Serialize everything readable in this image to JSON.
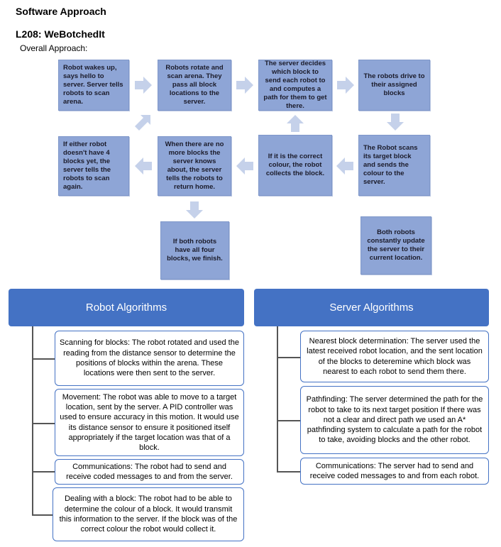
{
  "title": "Software Approach",
  "project": "L208: WeBotchedIt",
  "overall_label": "Overall Approach:",
  "flow": {
    "step1": "Robot wakes up, says hello to server. Server tells robots to scan arena.",
    "step2": "Robots rotate and scan arena. They pass all block locations to the server.",
    "step3": "The server decides which block to send each robot to and computes a path for them to get there.",
    "step4": "The robots drive to their assigned blocks",
    "step5": "The Robot scans its target block and sends the colour to the server.",
    "step6": "If it is the correct colour, the robot collects the block.",
    "step7": "When there are no more blocks the server knows about, the server tells the robots to return home.",
    "step8": "If either robot doesn't have 4 blocks yet, the server tells the robots to scan again.",
    "step9": "If both robots have all four blocks, we finish.",
    "note": "Both robots constantly update the server to their current location."
  },
  "robot": {
    "header": "Robot Algorithms",
    "items": [
      "Scanning for blocks: The robot rotated and used the reading from the distance sensor to determine the positions of blocks within the arena. These locations were then sent to the server.",
      "Movement: The robot was able to move to a target location, sent by the server. A PID controller was used to ensure accuracy in this motion. It would use its distance sensor to ensure it positioned itself appropriately if the target location was that of a block.",
      "Communications: The robot had to send and receive coded messages to and from the server.",
      "Dealing with a block: The robot had to be able to determine the colour of a block. It would transmit this information to the server. If the block was of the correct colour the robot would collect it."
    ]
  },
  "server": {
    "header": "Server Algorithms",
    "items": [
      "Nearest block determination: The server used the latest received robot location, and the sent location of the blocks to deteremine which block was nearest to each robot to send them there.",
      "Pathfinding: The server determined the path for the robot to take to its next target position If there was not a clear and direct path we used an A* pathfinding system to calculate a path for the robot to take, avoiding blocks and the other robot.",
      "Communications: The server had to send and receive coded messages to and from each robot."
    ]
  },
  "colors": {
    "flow_box": "#8ea5d6",
    "arrow": "#c5d1ea",
    "header": "#4472c4",
    "item_border": "#4472c4"
  }
}
